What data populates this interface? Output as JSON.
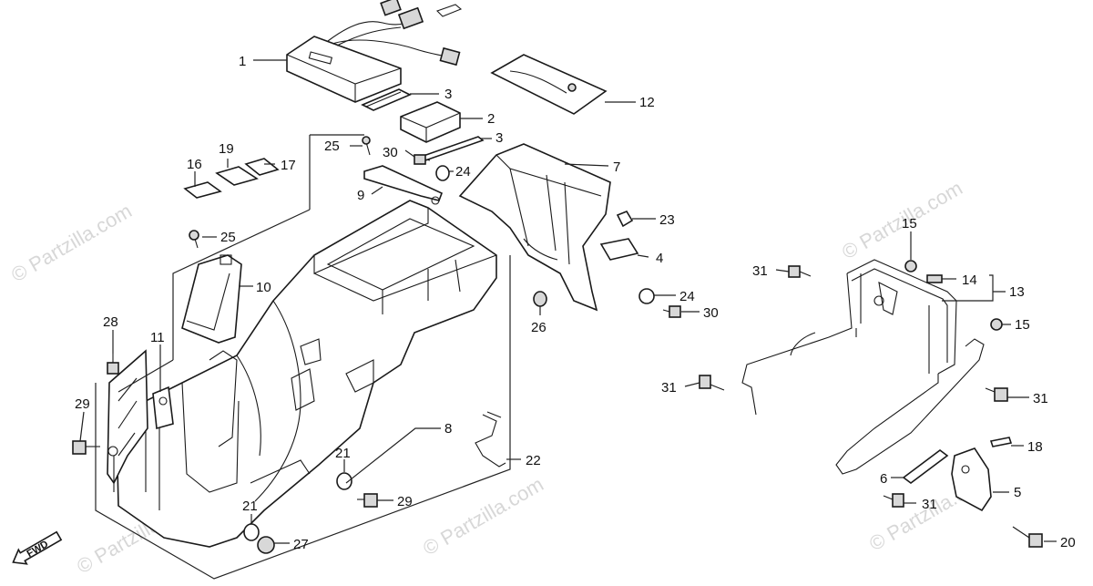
{
  "callouts": [
    {
      "id": "c1",
      "text": "1"
    },
    {
      "id": "c3a",
      "text": "3"
    },
    {
      "id": "c2",
      "text": "2"
    },
    {
      "id": "c3b",
      "text": "3"
    },
    {
      "id": "c12",
      "text": "12"
    },
    {
      "id": "c7",
      "text": "7"
    },
    {
      "id": "c25a",
      "text": "25"
    },
    {
      "id": "c30a",
      "text": "30"
    },
    {
      "id": "c24a",
      "text": "24"
    },
    {
      "id": "c19",
      "text": "19"
    },
    {
      "id": "c16",
      "text": "16"
    },
    {
      "id": "c17",
      "text": "17"
    },
    {
      "id": "c9",
      "text": "9"
    },
    {
      "id": "c23",
      "text": "23"
    },
    {
      "id": "c25b",
      "text": "25"
    },
    {
      "id": "c4",
      "text": "4"
    },
    {
      "id": "c10",
      "text": "10"
    },
    {
      "id": "c24b",
      "text": "24"
    },
    {
      "id": "c30b",
      "text": "30"
    },
    {
      "id": "c26",
      "text": "26"
    },
    {
      "id": "c28",
      "text": "28"
    },
    {
      "id": "c11",
      "text": "11"
    },
    {
      "id": "c29a",
      "text": "29"
    },
    {
      "id": "c8",
      "text": "8"
    },
    {
      "id": "c22",
      "text": "22"
    },
    {
      "id": "c21a",
      "text": "21"
    },
    {
      "id": "c29b",
      "text": "29"
    },
    {
      "id": "c21b",
      "text": "21"
    },
    {
      "id": "c27",
      "text": "27"
    },
    {
      "id": "c15a",
      "text": "15"
    },
    {
      "id": "c31a",
      "text": "31"
    },
    {
      "id": "c14",
      "text": "14"
    },
    {
      "id": "c13",
      "text": "13"
    },
    {
      "id": "c15b",
      "text": "15"
    },
    {
      "id": "c31b",
      "text": "31"
    },
    {
      "id": "c31c",
      "text": "31"
    },
    {
      "id": "c18",
      "text": "18"
    },
    {
      "id": "c6",
      "text": "6"
    },
    {
      "id": "c5",
      "text": "5"
    },
    {
      "id": "c31d",
      "text": "31"
    },
    {
      "id": "c20",
      "text": "20"
    }
  ],
  "fwd_label": "FWD",
  "watermarks": [
    "© Partzilla.com",
    "© Partzilla.com",
    "© Partzilla.com",
    "© Partzilla.com",
    "© Partzilla.com"
  ]
}
